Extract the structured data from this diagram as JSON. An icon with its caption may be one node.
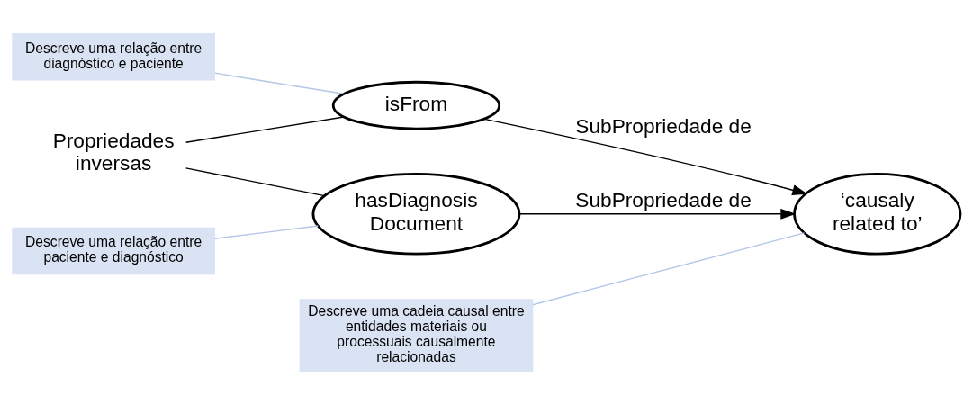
{
  "diagram": {
    "nodes": [
      {
        "text": [
          "Propriedades inversas"
        ]
      },
      {
        "text": [
          "Descreve uma relação entre paciente e diagnóstico"
        ]
      },
      {
        "text": [
          "hasDiagnosis Document"
        ]
      },
      {
        "text": [
          "isFrom"
        ]
      },
      {
        "text": [
          "‘causaly related to’"
        ]
      },
      {
        "text": [
          "Descreve uma relação entre diagnóstico e paciente"
        ]
      },
      {
        "text": [
          "Descreve uma cadeia causal entre entidades materiais ou processuais causalmente relacionadas"
        ]
      }
    ],
    "edges": [
      {
        "from": 0,
        "to": 2,
        "arrow": "none"
      },
      {
        "from": 0,
        "to": 3,
        "arrow": "none"
      },
      {
        "from": 2,
        "to": 4,
        "arrow": "to",
        "label": "SubPropriedade de"
      },
      {
        "from": 3,
        "to": 4,
        "arrow": "to",
        "label": "SubPropriedade de"
      },
      {
        "from": 1,
        "to": 2,
        "arrow": "none",
        "color": "#b4c7e7"
      },
      {
        "from": 5,
        "to": 3,
        "arrow": "none",
        "color": "#b4c7e7"
      },
      {
        "from": 6,
        "to": 4,
        "arrow": "none",
        "color": "#b4c7e7"
      }
    ]
  }
}
